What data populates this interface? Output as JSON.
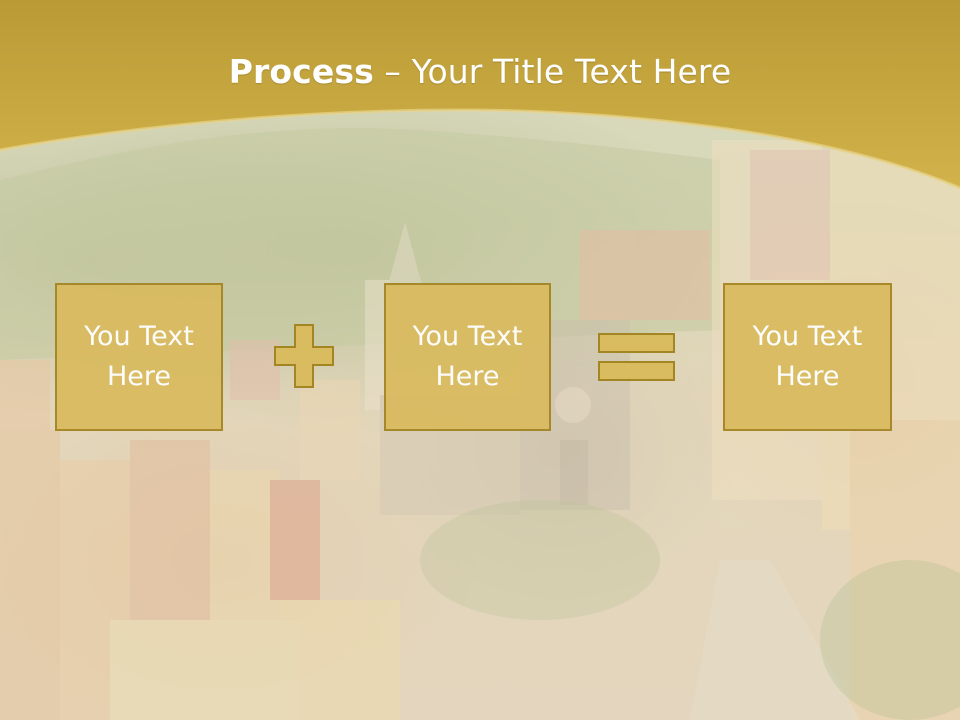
{
  "slide": {
    "title_bold": "Process",
    "title_rest": " – Your Title Text Here",
    "colors": {
      "header_gold": "#c7a53a",
      "box_fill": "#d9bb60",
      "box_border": "#a48523",
      "text": "#ffffff"
    }
  },
  "process": {
    "boxes": [
      {
        "label": "You Text\nHere"
      },
      {
        "label": "You Text\nHere"
      },
      {
        "label": "You Text\nHere"
      }
    ],
    "operators": [
      "plus-icon",
      "equals-icon"
    ]
  }
}
